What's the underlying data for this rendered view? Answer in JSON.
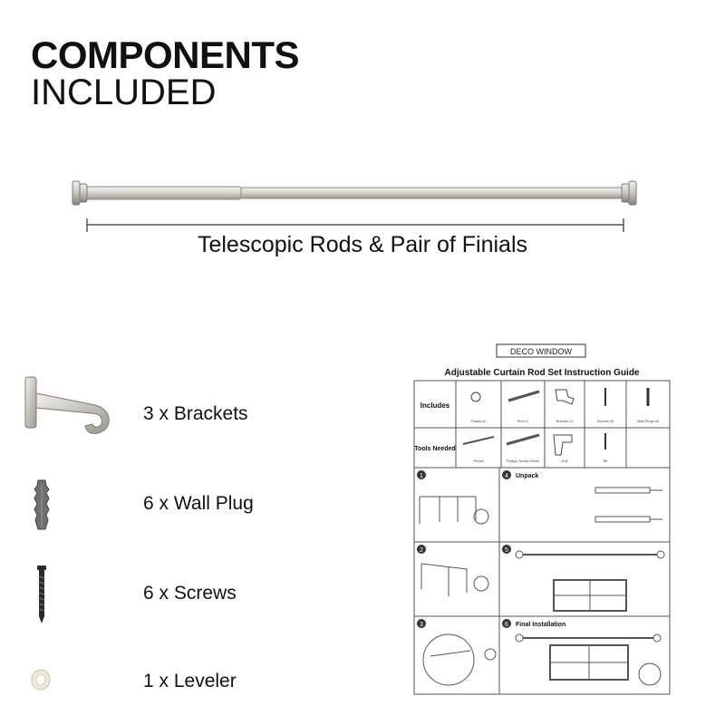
{
  "heading": {
    "line1": "COMPONENTS",
    "line2": "INCLUDED"
  },
  "rod": {
    "caption": "Telescopic Rods & Pair of Finials"
  },
  "components": [
    {
      "label": "3 x Brackets",
      "icon": "bracket-icon"
    },
    {
      "label": "6 x Wall Plug",
      "icon": "wall-plug-icon"
    },
    {
      "label": "6 x Screws",
      "icon": "screw-icon"
    },
    {
      "label": "1 x Leveler",
      "icon": "leveler-icon"
    }
  ],
  "guide": {
    "brand": "DECO WINDOW",
    "title": "Adjustable Curtain Rod Set Instruction Guide",
    "includes_label": "Includes",
    "includes_items": [
      "Finials x2",
      "Rod x1",
      "Bracket x3",
      "Screws x6",
      "Wall Plugs x6"
    ],
    "tools_label": "Tools Needed",
    "tools_items": [
      "Pencil",
      "Phillips Screw Driver",
      "Drill",
      "Bit"
    ],
    "steps": [
      {
        "number": "1",
        "label": ""
      },
      {
        "number": "4",
        "label": "Unpack"
      },
      {
        "number": "2",
        "label": ""
      },
      {
        "number": "5",
        "label": ""
      },
      {
        "number": "3",
        "label": ""
      },
      {
        "number": "6",
        "label": "Final Installation"
      }
    ]
  },
  "colors": {
    "text": "#111111",
    "metal_light": "#e6e4de",
    "metal_mid": "#c9c6bd",
    "metal_dark": "#8e8b83",
    "plastic": "#6f6f6f"
  }
}
